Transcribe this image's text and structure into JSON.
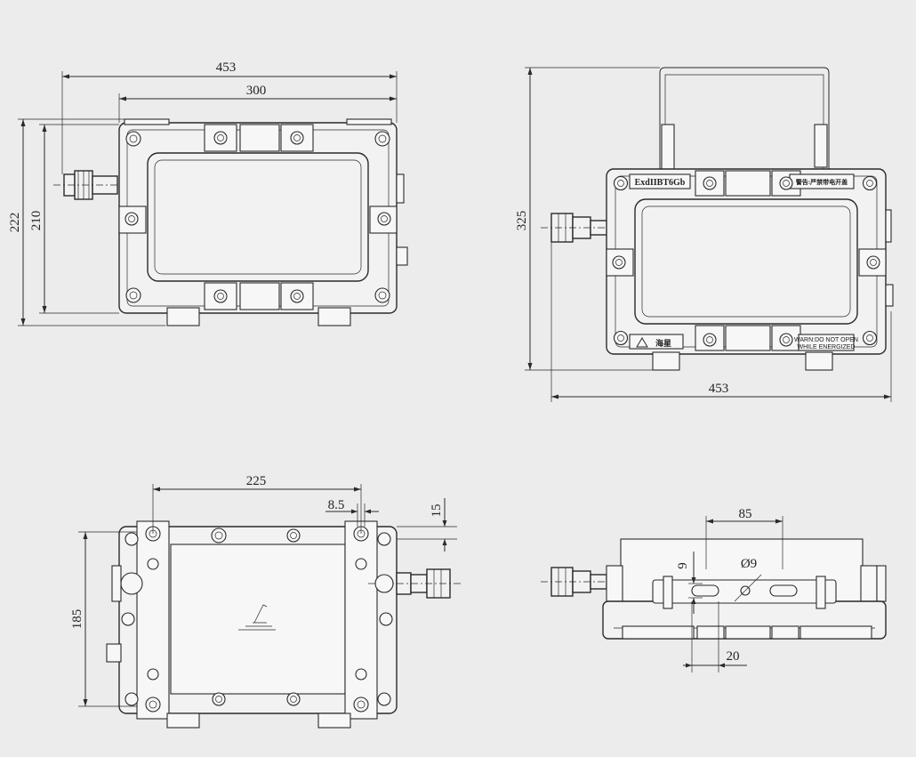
{
  "views": {
    "front": {
      "dims": {
        "width_overall": "453",
        "width_inner": "300",
        "height_overall": "222",
        "height_inner": "210"
      }
    },
    "side": {
      "dims": {
        "height": "325",
        "width": "453"
      },
      "labels": {
        "ex_marking": "ExdIIBT6Gb",
        "warning_cn": "警告:严禁带电开盖",
        "brand": "海星",
        "warning_en_1": "WARN:DO NOT OPEN",
        "warning_en_2": "WHILE ENERGIZED"
      }
    },
    "back": {
      "dims": {
        "hole_spacing": "225",
        "slot": "8.5",
        "offset": "15",
        "height": "185"
      }
    },
    "bottom": {
      "dims": {
        "span": "85",
        "hole_dia": "Ø9",
        "gap": "9",
        "slot_len": "20"
      }
    }
  },
  "colors": {
    "background": "#ececec",
    "line": "#2a2a2a",
    "fill": "#f2f2f2"
  }
}
